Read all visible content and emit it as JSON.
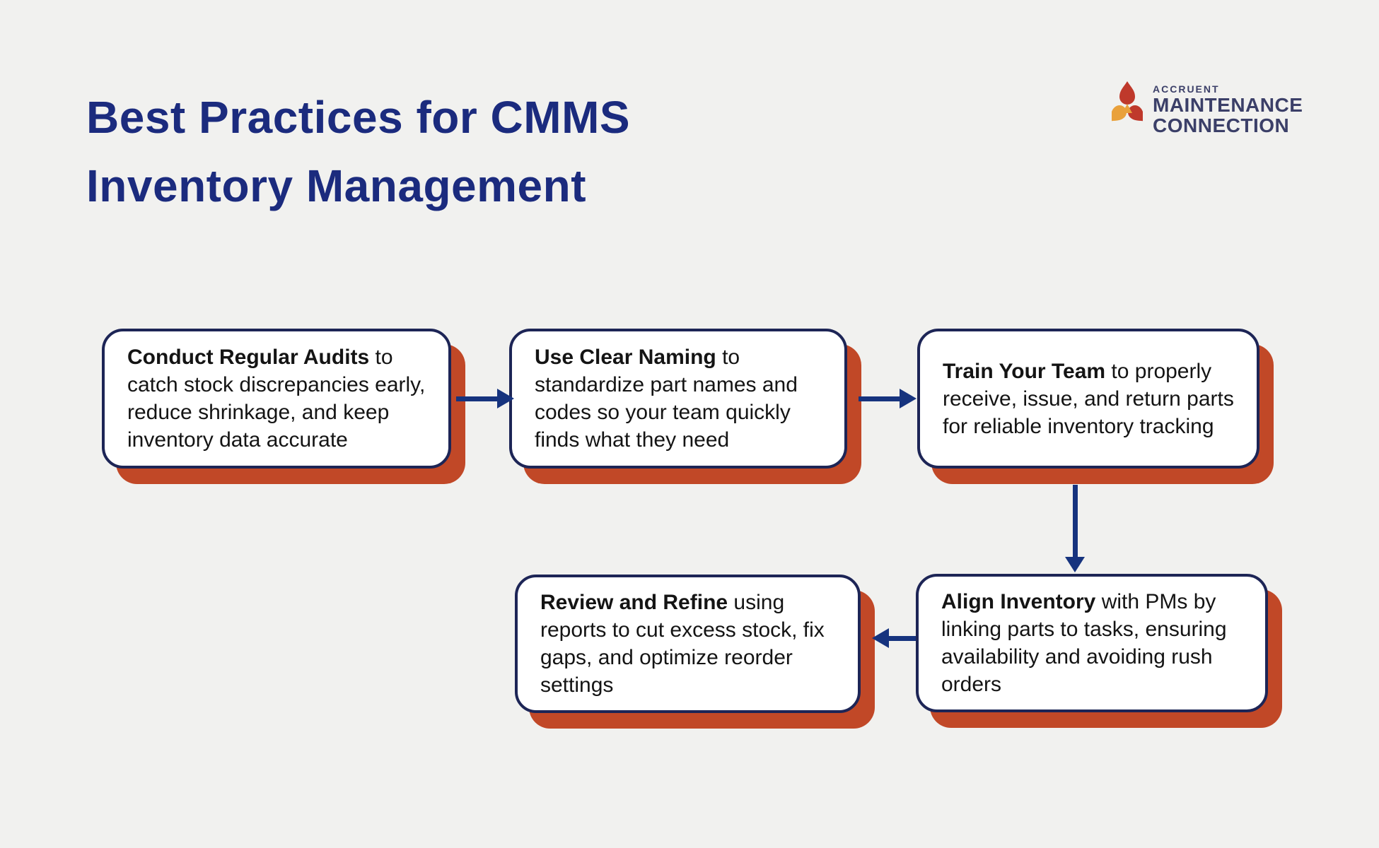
{
  "page": {
    "background_color": "#f1f1ef"
  },
  "title": {
    "line1": "Best Practices for CMMS",
    "line2": "Inventory Management",
    "color": "#1b2b7e"
  },
  "logo": {
    "brand": "ACCRUENT",
    "product_line1": "MAINTENANCE",
    "product_line2": "CONNECTION",
    "text_color": "#3b3f68",
    "mark_red": "#bf392b",
    "mark_orange": "#e9a13b",
    "mark_icon": "accruent-a-mark"
  },
  "flow": {
    "colors": {
      "box_background": "#ffffff",
      "box_border": "#1d2556",
      "drop_shadow": "#c14827",
      "arrow": "#16337e",
      "text": "#141414"
    },
    "steps": [
      {
        "bold": "Conduct Regular Audits",
        "rest": " to catch stock discrepancies early, reduce shrinkage, and keep inventory data accurate"
      },
      {
        "bold": "Use Clear Naming",
        "rest": " to standardize part names and codes so your team quickly finds what they need"
      },
      {
        "bold": "Train Your Team",
        "rest": " to properly receive, issue, and return parts for reliable inventory tracking"
      },
      {
        "bold": "Align Inventory",
        "rest": " with PMs by linking parts to tasks, ensuring availability and avoiding rush orders"
      },
      {
        "bold": "Review and Refine",
        "rest": " using reports to cut excess stock, fix gaps, and optimize reorder settings"
      }
    ],
    "connections": [
      "step1-to-step2-right",
      "step2-to-step3-right",
      "step3-to-step4-down",
      "step4-to-step5-left"
    ]
  }
}
